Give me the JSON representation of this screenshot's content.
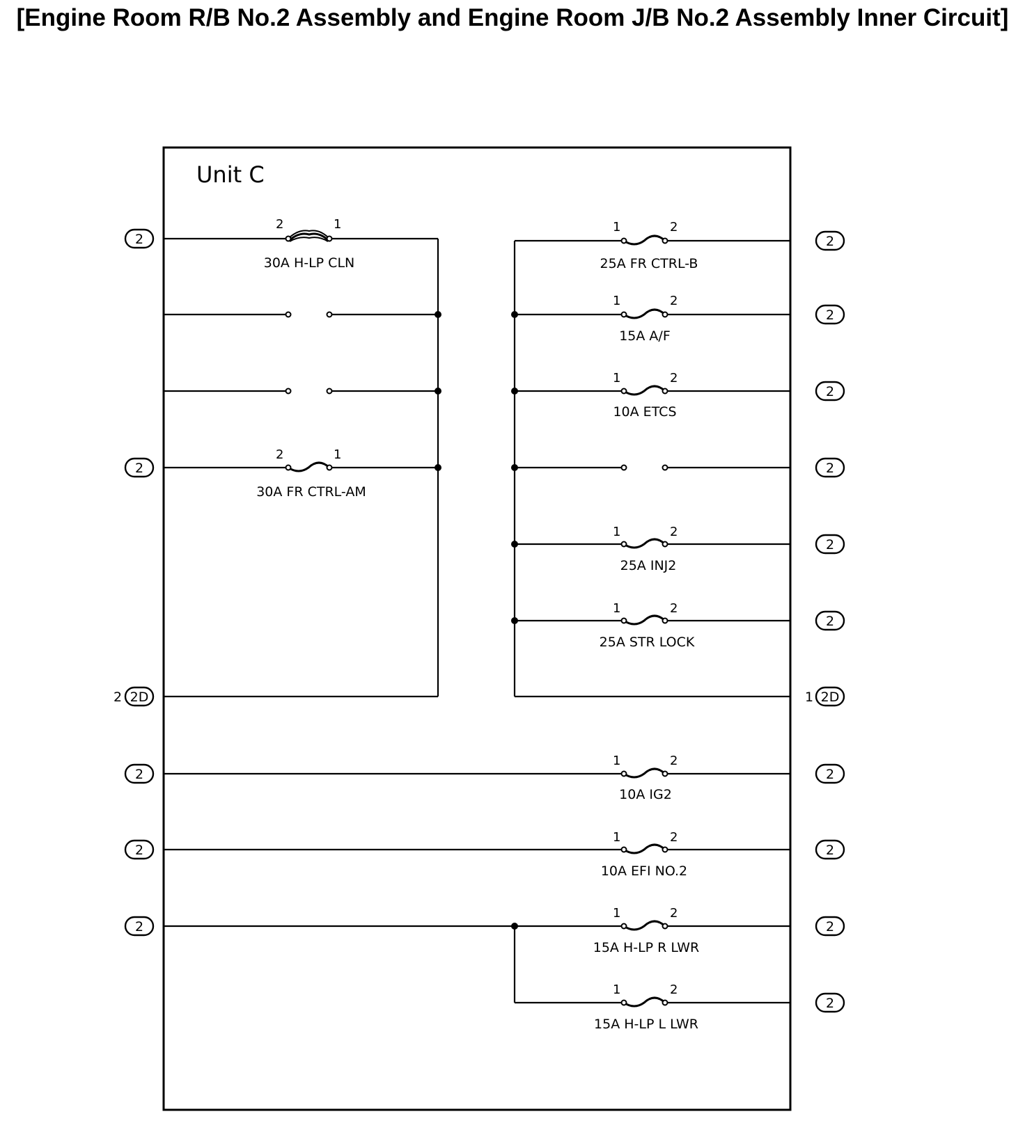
{
  "title": "[Engine Room R/B No.2 Assembly and Engine Room J/B No.2 Assembly Inner Circuit]",
  "unit_label": "Unit C",
  "connector_label": "2",
  "connector_label_2d": "2D",
  "pin_2d_left": "2",
  "pin_2d_right": "1",
  "left_fuses": [
    {
      "label": "30A H-LP CLN",
      "pin_a": "2",
      "pin_b": "1",
      "kind": "fusible-link"
    },
    {
      "label": "30A FR CTRL-AM",
      "pin_a": "2",
      "pin_b": "1",
      "kind": "fuse"
    }
  ],
  "right_fuses": [
    {
      "label": "25A FR CTRL-B",
      "pin_a": "1",
      "pin_b": "2"
    },
    {
      "label": "15A A/F",
      "pin_a": "1",
      "pin_b": "2"
    },
    {
      "label": "10A ETCS",
      "pin_a": "1",
      "pin_b": "2"
    },
    {
      "label": "25A INJ2",
      "pin_a": "1",
      "pin_b": "2"
    },
    {
      "label": "25A STR LOCK",
      "pin_a": "1",
      "pin_b": "2"
    },
    {
      "label": "10A IG2",
      "pin_a": "1",
      "pin_b": "2"
    },
    {
      "label": "10A EFI NO.2",
      "pin_a": "1",
      "pin_b": "2"
    },
    {
      "label": "15A H-LP R LWR",
      "pin_a": "1",
      "pin_b": "2"
    },
    {
      "label": "15A H-LP L LWR",
      "pin_a": "1",
      "pin_b": "2"
    }
  ]
}
